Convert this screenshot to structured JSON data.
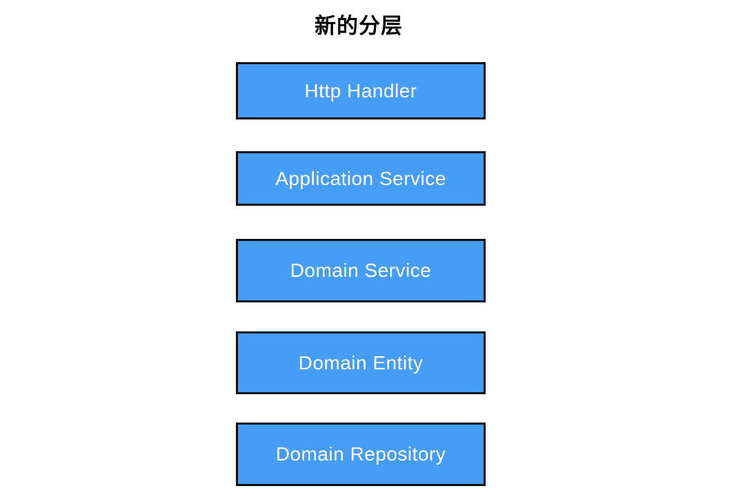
{
  "diagram": {
    "title": "新的分层",
    "colors": {
      "box_fill": "#459DF7",
      "box_border": "#0d0d0d",
      "box_text": "#ffffff",
      "title_text": "#000000",
      "background": "#ffffff"
    },
    "layers": [
      {
        "label": "Http Handler"
      },
      {
        "label": "Application Service"
      },
      {
        "label": "Domain Service"
      },
      {
        "label": "Domain Entity"
      },
      {
        "label": "Domain Repository"
      }
    ]
  }
}
